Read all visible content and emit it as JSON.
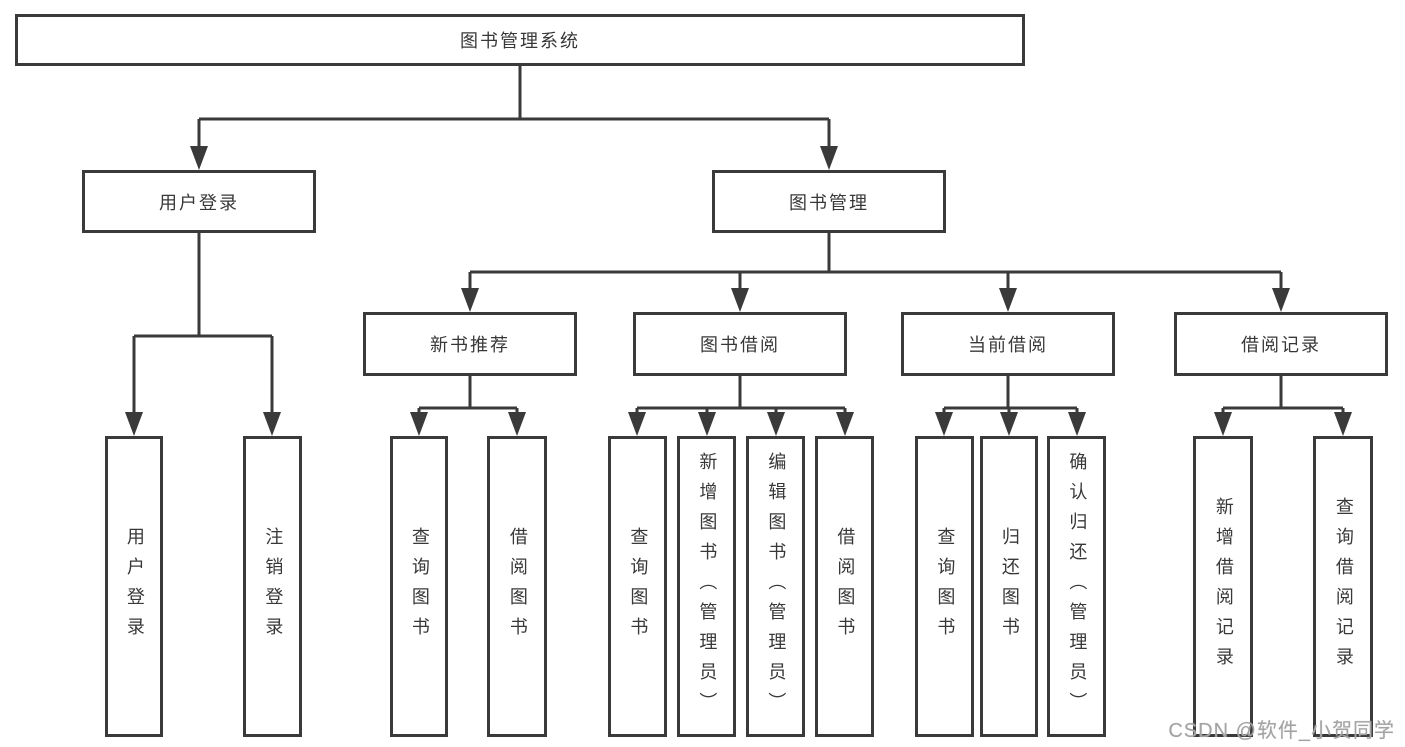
{
  "colors": {
    "line": "#3a3a3a",
    "box_border": "#3a3a3a",
    "text": "#383838",
    "background": "#ffffff",
    "watermark": "#a3a3a3"
  },
  "nodes": {
    "root": {
      "label": "图书管理系统"
    },
    "userLogin": {
      "label": "用户登录"
    },
    "bookMgmt": {
      "label": "图书管理"
    },
    "newBookRec": {
      "label": "新书推荐"
    },
    "bookBorrow": {
      "label": "图书借阅"
    },
    "currentBorrow": {
      "label": "当前借阅"
    },
    "borrowRecord": {
      "label": "借阅记录"
    },
    "leafUserLogin": {
      "label": "用户登录"
    },
    "leafLogout": {
      "label": "注销登录"
    },
    "leafQueryBook1": {
      "label": "查询图书"
    },
    "leafBorrowBook1": {
      "label": "借阅图书"
    },
    "leafQueryBook2": {
      "label": "查询图书"
    },
    "leafAddBook": {
      "label": "新增图书（管理员）"
    },
    "leafEditBook": {
      "label": "编辑图书（管理员）"
    },
    "leafBorrowBook2": {
      "label": "借阅图书"
    },
    "leafQueryBook3": {
      "label": "查询图书"
    },
    "leafReturnBook": {
      "label": "归还图书"
    },
    "leafConfirmReturn": {
      "label": "确认归还（管理员）"
    },
    "leafAddRecord": {
      "label": "新增借阅记录"
    },
    "leafQueryRecord": {
      "label": "查询借阅记录"
    }
  },
  "hierarchy": {
    "图书管理系统": [
      "用户登录",
      "图书管理"
    ],
    "用户登录": [
      "用户登录",
      "注销登录"
    ],
    "图书管理": [
      "新书推荐",
      "图书借阅",
      "当前借阅",
      "借阅记录"
    ],
    "新书推荐": [
      "查询图书",
      "借阅图书"
    ],
    "图书借阅": [
      "查询图书",
      "新增图书（管理员）",
      "编辑图书（管理员）",
      "借阅图书"
    ],
    "当前借阅": [
      "查询图书",
      "归还图书",
      "确认归还（管理员）"
    ],
    "借阅记录": [
      "新增借阅记录",
      "查询借阅记录"
    ]
  },
  "watermark": {
    "text": "CSDN @软件_小贺同学"
  }
}
